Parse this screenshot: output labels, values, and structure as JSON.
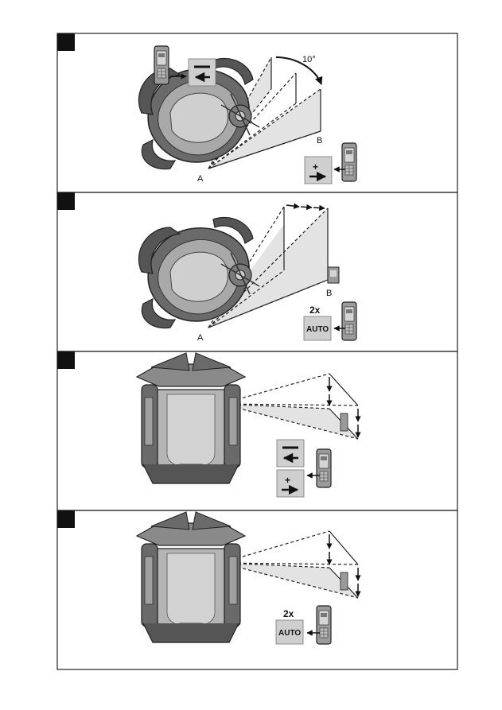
{
  "colors": {
    "frame": "#222222",
    "badge": "#111111",
    "tool_dark": "#555555",
    "tool_mid": "#888888",
    "tool_light": "#bfbfbf",
    "plane_fill": "#e3e3e3",
    "button_bg": "#cfcfcf",
    "receiver": "#9a9a9a"
  },
  "panels": [
    {
      "angle_label": "10°",
      "point_a": "A",
      "point_b": "B",
      "minus_symbol": "−",
      "plus_symbol": "+"
    },
    {
      "point_a": "A",
      "point_b": "B",
      "count_label": "2x",
      "auto_label": "AUTO"
    },
    {
      "minus_symbol": "−",
      "plus_symbol": "+"
    },
    {
      "count_label": "2x",
      "auto_label": "AUTO"
    }
  ],
  "icons": [
    "rotating-laser-icon",
    "receiver-icon",
    "arrow-left-icon",
    "arrow-right-icon",
    "arrow-down-icon",
    "minus-button-icon",
    "plus-button-icon",
    "auto-button-icon"
  ]
}
